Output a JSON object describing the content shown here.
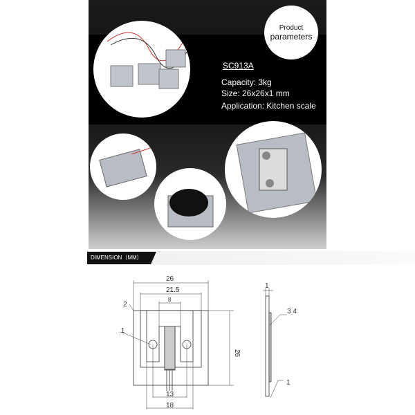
{
  "product": {
    "badge_line1": "Product",
    "badge_line2": "parameters",
    "model": "SC913A",
    "capacity": "Capacity: 3kg",
    "size": "Size: 26x26x1 mm",
    "application": "Application: Kitchen scale"
  },
  "dimension": {
    "title": "DIMENSION（MM）",
    "width_total": "26",
    "width_inner": "21.5",
    "center_width": "8",
    "height": "26",
    "hole_spacing": "13",
    "slot_spacing": "18",
    "thickness": "1",
    "callout_1": "1",
    "callout_2": "2",
    "callout_hole": ".1",
    "callout_34": "3  4",
    "callout_side_1": "1"
  },
  "colors": {
    "dark_bg": "#111111",
    "metal": "#b8bcc4"
  }
}
